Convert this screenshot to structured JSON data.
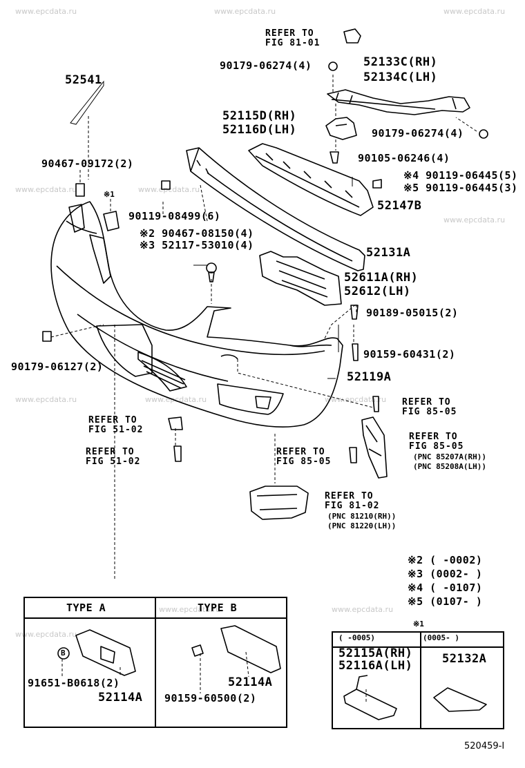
{
  "watermarks": [
    "www.epcdata.ru"
  ],
  "parts": {
    "p52541": "52541",
    "p90467_09172": "90467-09172(2)",
    "p90119_08499": "90119-08499(6)",
    "mark1": "※1",
    "p90467_08150": "※2 90467-08150(4)",
    "p52117_53010": "※3 52117-53010(4)",
    "p90179_06127": "90179-06127(2)",
    "p52119A": "52119A",
    "p52131A": "52131A",
    "p52611A": "52611A(RH)",
    "p52612": "52612(LH)",
    "p90189_05015": "90189-05015(2)",
    "p90159_60431": "90159-60431(2)",
    "p52147B": "52147B",
    "p90119_06445_4": "※4 90119-06445(5)",
    "p90119_06445_5": "※5 90119-06445(3)",
    "p90105_06246": "90105-06246(4)",
    "p52115D": "52115D(RH)",
    "p52116D": "52116D(LH)",
    "p90179_06274_top": "90179-06274(4)",
    "p90179_06274_right": "90179-06274(4)",
    "p52133C": "52133C(RH)",
    "p52134C": "52134C(LH)"
  },
  "refs": {
    "r81_01a": "REFER TO",
    "r81_01b": "FIG 81-01",
    "r85_05a_1": "REFER TO",
    "r85_05a_2": "FIG 85-05",
    "r85_05b_1": "REFER TO",
    "r85_05b_2": "FIG 85-05",
    "r85_05b_3": "(PNC 85207A(RH))",
    "r85_05b_4": "(PNC 85208A(LH))",
    "r85_05c_1": "REFER TO",
    "r85_05c_2": "FIG 85-05",
    "r51_02a_1": "REFER TO",
    "r51_02a_2": "FIG 51-02",
    "r51_02b_1": "REFER TO",
    "r51_02b_2": "FIG 51-02",
    "r81_02_1": "REFER TO",
    "r81_02_2": "FIG 81-02",
    "r81_02_3": "(PNC 81210(RH))",
    "r81_02_4": "(PNC 81220(LH))"
  },
  "notes": {
    "n2": "※2 (        -0002)",
    "n3": "※3 (0002-         )",
    "n4": "※4 (        -0107)",
    "n5": "※5 (0107-         )"
  },
  "typeBox": {
    "typeA": "TYPE  A",
    "typeB": "TYPE  B",
    "a_part1": "91651-B0618(2)",
    "a_part2": "52114A",
    "a_marker": "B",
    "b_part1": "90159-60500(2)",
    "b_part2": "52114A"
  },
  "variantBox": {
    "mark": "※1",
    "col1_header": "(       -0005)",
    "col2_header": "(0005-       )",
    "col1_part1": "52115A(RH)",
    "col1_part2": "52116A(LH)",
    "col2_part1": "52132A"
  },
  "diagram_id": "520459-I"
}
